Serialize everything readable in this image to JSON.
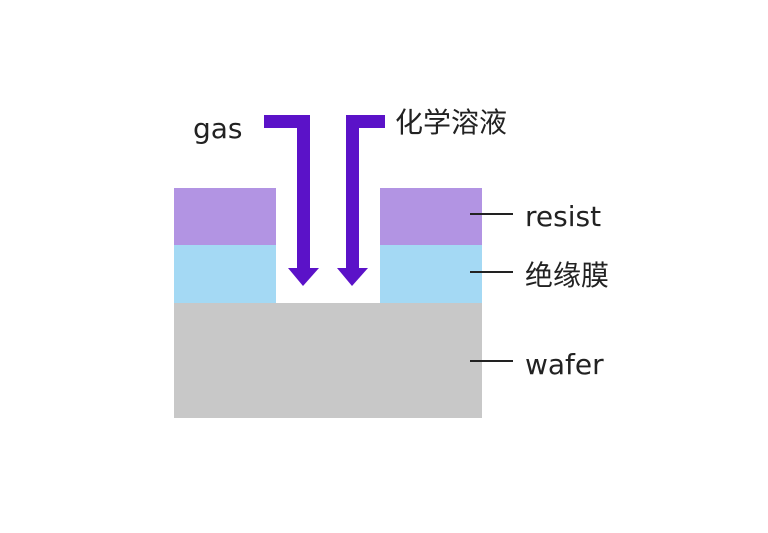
{
  "labels": {
    "gas": "gas",
    "chemical_solution": "化学溶液",
    "resist": "resist",
    "insulating_film": "绝缘膜",
    "wafer": "wafer"
  },
  "colors": {
    "resist": "#b294e3",
    "insulating_film": "#a4d9f4",
    "wafer": "#c8c8c8",
    "arrow": "#5b12c8",
    "leader_line": "#222222"
  }
}
